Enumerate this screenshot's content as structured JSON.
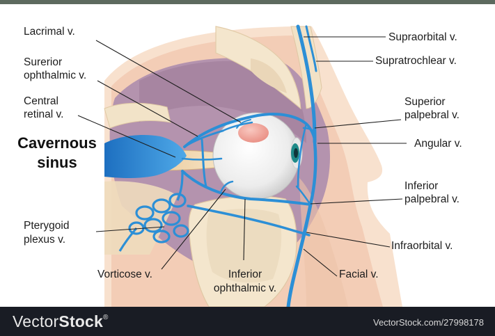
{
  "labels": {
    "lacrimal": "Lacrimal v.",
    "superior_ophthalmic_1": "Surerior",
    "superior_ophthalmic_2": "ophthalmic v.",
    "central_retinal_1": "Central",
    "central_retinal_2": "retinal v.",
    "cavernous_1": "Cavernous",
    "cavernous_2": "sinus",
    "pterygoid_1": "Pterygoid",
    "pterygoid_2": "plexus v.",
    "vorticose": "Vorticose v.",
    "inferior_ophthalmic_1": "Inferior",
    "inferior_ophthalmic_2": "ophthalmic v.",
    "facial": "Facial v.",
    "infraorbital": "Infraorbital  v.",
    "inferior_palpebral_1": "Inferior",
    "inferior_palpebral_2": "palpebral v.",
    "angular": "Angular v.",
    "superior_palpebral_1": "Superior",
    "superior_palpebral_2": "palpebral v.",
    "supratrochlear": "Supratrochlear v.",
    "supraorbital": "Supraorbital v."
  },
  "footer": {
    "brand_light": "Vector",
    "brand_bold": "Stock",
    "brand_mark": "®",
    "credit": "VectorStock.com/27998178"
  },
  "colors": {
    "vein": "#2c8fd6",
    "skin": "#f6dcc8",
    "bone": "#f3e6cf",
    "muscle": "#a989a6",
    "footer": "#191c24"
  }
}
